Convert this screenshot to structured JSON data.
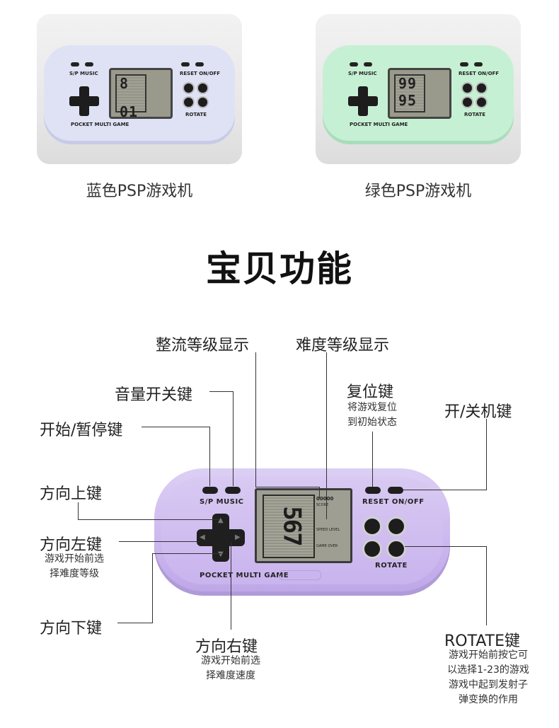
{
  "products": [
    {
      "caption": "蓝色PSP游戏机",
      "color": "#dfe2f5",
      "screen_digits": [
        "8",
        "01"
      ],
      "labels": {
        "sp_music": "S/P MUSIC",
        "reset_onoff": "RESET ON/OFF",
        "rotate": "ROTATE",
        "brand": "POCKET MULTI GAME"
      }
    },
    {
      "caption": "绿色PSP游戏机",
      "color": "#c6f0d3",
      "screen_digits": [
        "99",
        "95"
      ],
      "labels": {
        "sp_music": "S/P MUSIC",
        "reset_onoff": "RESET ON/OFF",
        "rotate": "ROTATE",
        "brand": "POCKET MULTI GAME"
      }
    }
  ],
  "section_title": "宝贝功能",
  "device": {
    "color": "#cdb9ef",
    "labels": {
      "sp_music": "S/P MUSIC",
      "reset_onoff": "RESET ON/OFF",
      "rotate": "ROTATE",
      "brand": "POCKET MULTI GAME"
    },
    "screen_digit": "567",
    "screen_side": [
      "00000",
      "SCORE",
      "SPEED LEVEL",
      "GAME OVER"
    ]
  },
  "annotations": {
    "flow_level": "整流等级显示",
    "difficulty_level": "难度等级显示",
    "sound_key": "音量开关键",
    "reset_key": {
      "title": "复位键",
      "desc": [
        "将游戏复位",
        "到初始状态"
      ]
    },
    "power_key": "开/关机键",
    "start_pause_key": "开始/暂停键",
    "up_key": "方向上键",
    "left_key": {
      "title": "方向左键",
      "desc": [
        "游戏开始前选",
        "择难度等级"
      ]
    },
    "down_key": "方向下键",
    "right_key": {
      "title": "方向右键",
      "desc": [
        "游戏开始前选",
        "择难度速度"
      ]
    },
    "rotate_key": {
      "title": "ROTATE键",
      "desc": [
        "游戏开始前按它可",
        "以选择1-23的游戏",
        "游戏中起到发射子",
        "弹变换的作用"
      ]
    }
  }
}
